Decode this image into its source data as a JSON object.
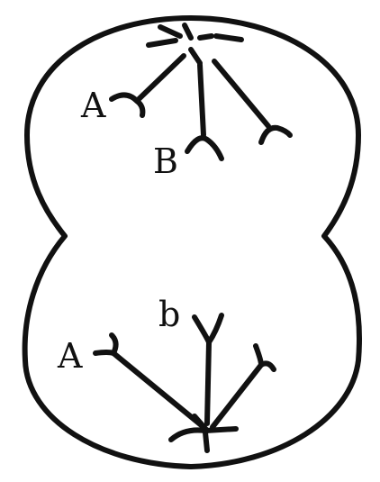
{
  "labels": {
    "top_a": "A",
    "top_b": "B",
    "bottom_a": "A",
    "bottom_b": "b"
  },
  "colors": {
    "ink": "#111111",
    "background": "#ffffff"
  }
}
